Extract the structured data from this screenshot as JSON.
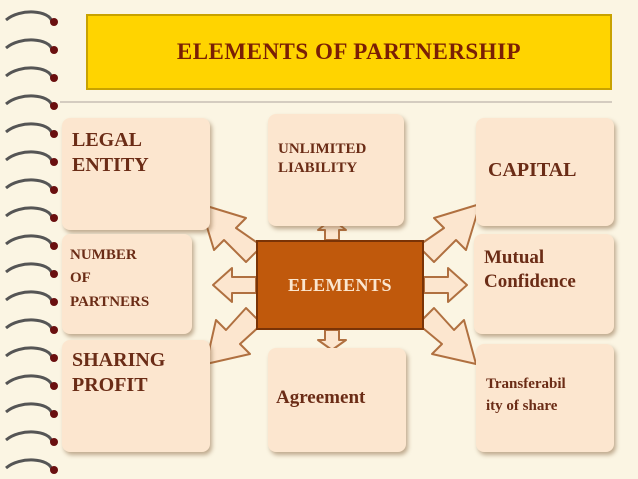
{
  "title": "ELEMENTS OF PARTNERSHIP",
  "center": "ELEMENTS",
  "boxes": {
    "legal_entity": "LEGAL\nENTITY",
    "unlimited_liability": "UNLIMITED\nLIABILITY",
    "capital": "CAPITAL",
    "number_of_partners": "NUMBER\n      OF\nPARTNERS",
    "mutual_confidence": "Mutual\nConfidence",
    "sharing_profit": "SHARING\nPROFIT",
    "agreement": "Agreement",
    "transferability": "Transferabil\nity of share"
  },
  "colors": {
    "background": "#9a4a0a",
    "title_fill": "#ffd400",
    "center_fill": "#c0590c",
    "box_fill": "#fce6cf",
    "text": "#6b2c16"
  }
}
